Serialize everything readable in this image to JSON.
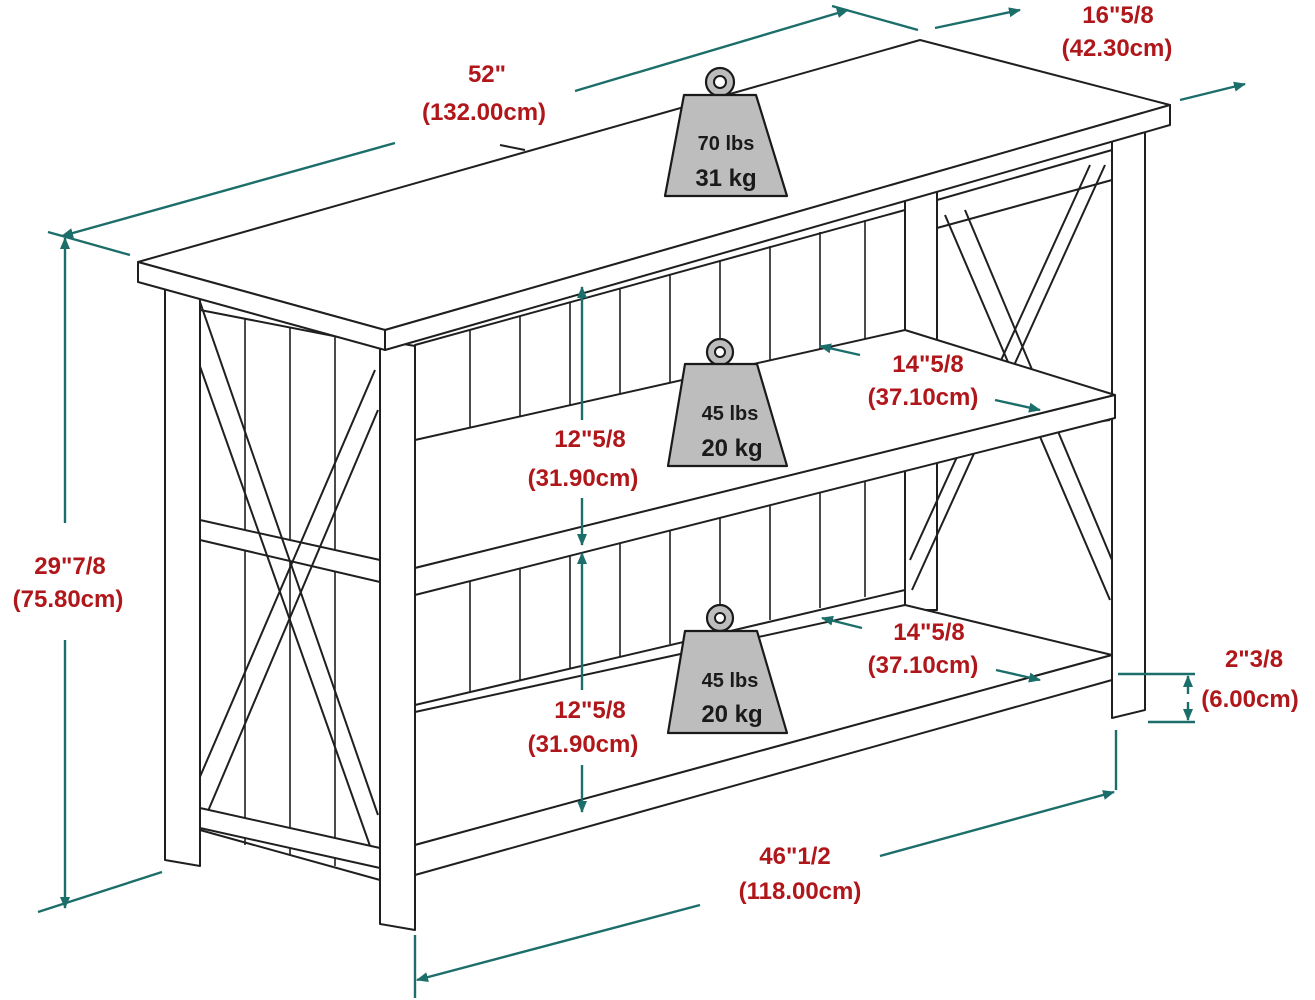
{
  "dimensions": {
    "top_length": {
      "imperial": "52\"",
      "metric": "(132.00cm)"
    },
    "depth": {
      "imperial": "16\"5/8",
      "metric": "(42.30cm)"
    },
    "height": {
      "imperial": "29\"7/8",
      "metric": "(75.80cm)"
    },
    "upper_gap": {
      "imperial": "12\"5/8",
      "metric": "(31.90cm)"
    },
    "lower_gap": {
      "imperial": "12\"5/8",
      "metric": "(31.90cm)"
    },
    "middle_shelf_depth": {
      "imperial": "14\"5/8",
      "metric": "(37.10cm)"
    },
    "bottom_shelf_depth": {
      "imperial": "14\"5/8",
      "metric": "(37.10cm)"
    },
    "clearance": {
      "imperial": "2\"3/8",
      "metric": "(6.00cm)"
    },
    "inner_width": {
      "imperial": "46\"1/2",
      "metric": "(118.00cm)"
    }
  },
  "weights": {
    "top": {
      "lbs": "70 lbs",
      "kg": "31 kg"
    },
    "middle": {
      "lbs": "45 lbs",
      "kg": "20 kg"
    },
    "bottom": {
      "lbs": "45 lbs",
      "kg": "20 kg"
    }
  },
  "colors": {
    "arrow": "#1c6e6a",
    "text": "#b0171b",
    "weight": "#bdbdbd",
    "outline": "#1f1f1f"
  }
}
